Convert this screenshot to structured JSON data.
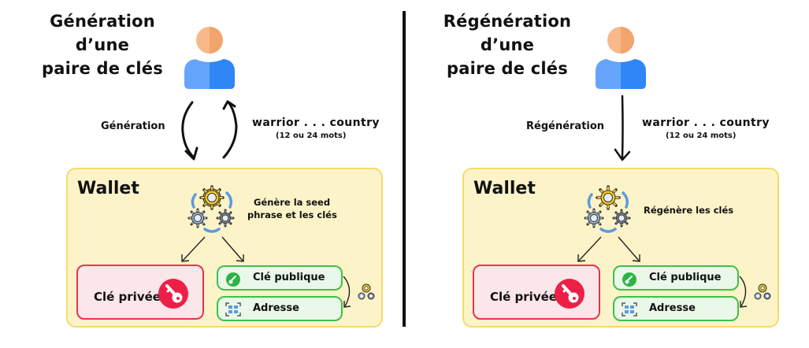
{
  "left_panel": {
    "title_line1": "Génération d’une",
    "title_line2": "paire de clés",
    "step_label": "Génération",
    "seed_words": "warrior . . . country",
    "seed_count": "(12 ou 24 mots)",
    "wallet": {
      "title": "Wallet",
      "description_line1": "Génère la seed",
      "description_line2": "phrase et les clés",
      "private_key_label": "Clé privée",
      "public_key_label": "Clé publique",
      "address_label": "Adresse"
    }
  },
  "right_panel": {
    "title_line1": "Régénération d’une",
    "title_line2": "paire de clés",
    "step_label": "Régénération",
    "seed_words": "warrior . . . country",
    "seed_count": "(12 ou 24 mots)",
    "wallet": {
      "title": "Wallet",
      "description_line1": "Régénère les clés",
      "private_key_label": "Clé privée",
      "public_key_label": "Clé publique",
      "address_label": "Adresse"
    }
  },
  "icons": {
    "user": "user-icon",
    "gears": "gears-cycle-icon",
    "private_key": "key-icon",
    "public_key": "key-check-icon",
    "address": "qr-code-icon"
  },
  "colors": {
    "wallet_bg": "#fdf3c8",
    "wallet_border": "#f3dc6a",
    "private_border": "#e8344f",
    "private_bg": "#fbe6ea",
    "private_icon": "#ee1f47",
    "public_border": "#3cc14b",
    "public_bg": "#e9f8e8",
    "user_head": "#f4ae7a",
    "user_body": "#3d8ef5"
  }
}
